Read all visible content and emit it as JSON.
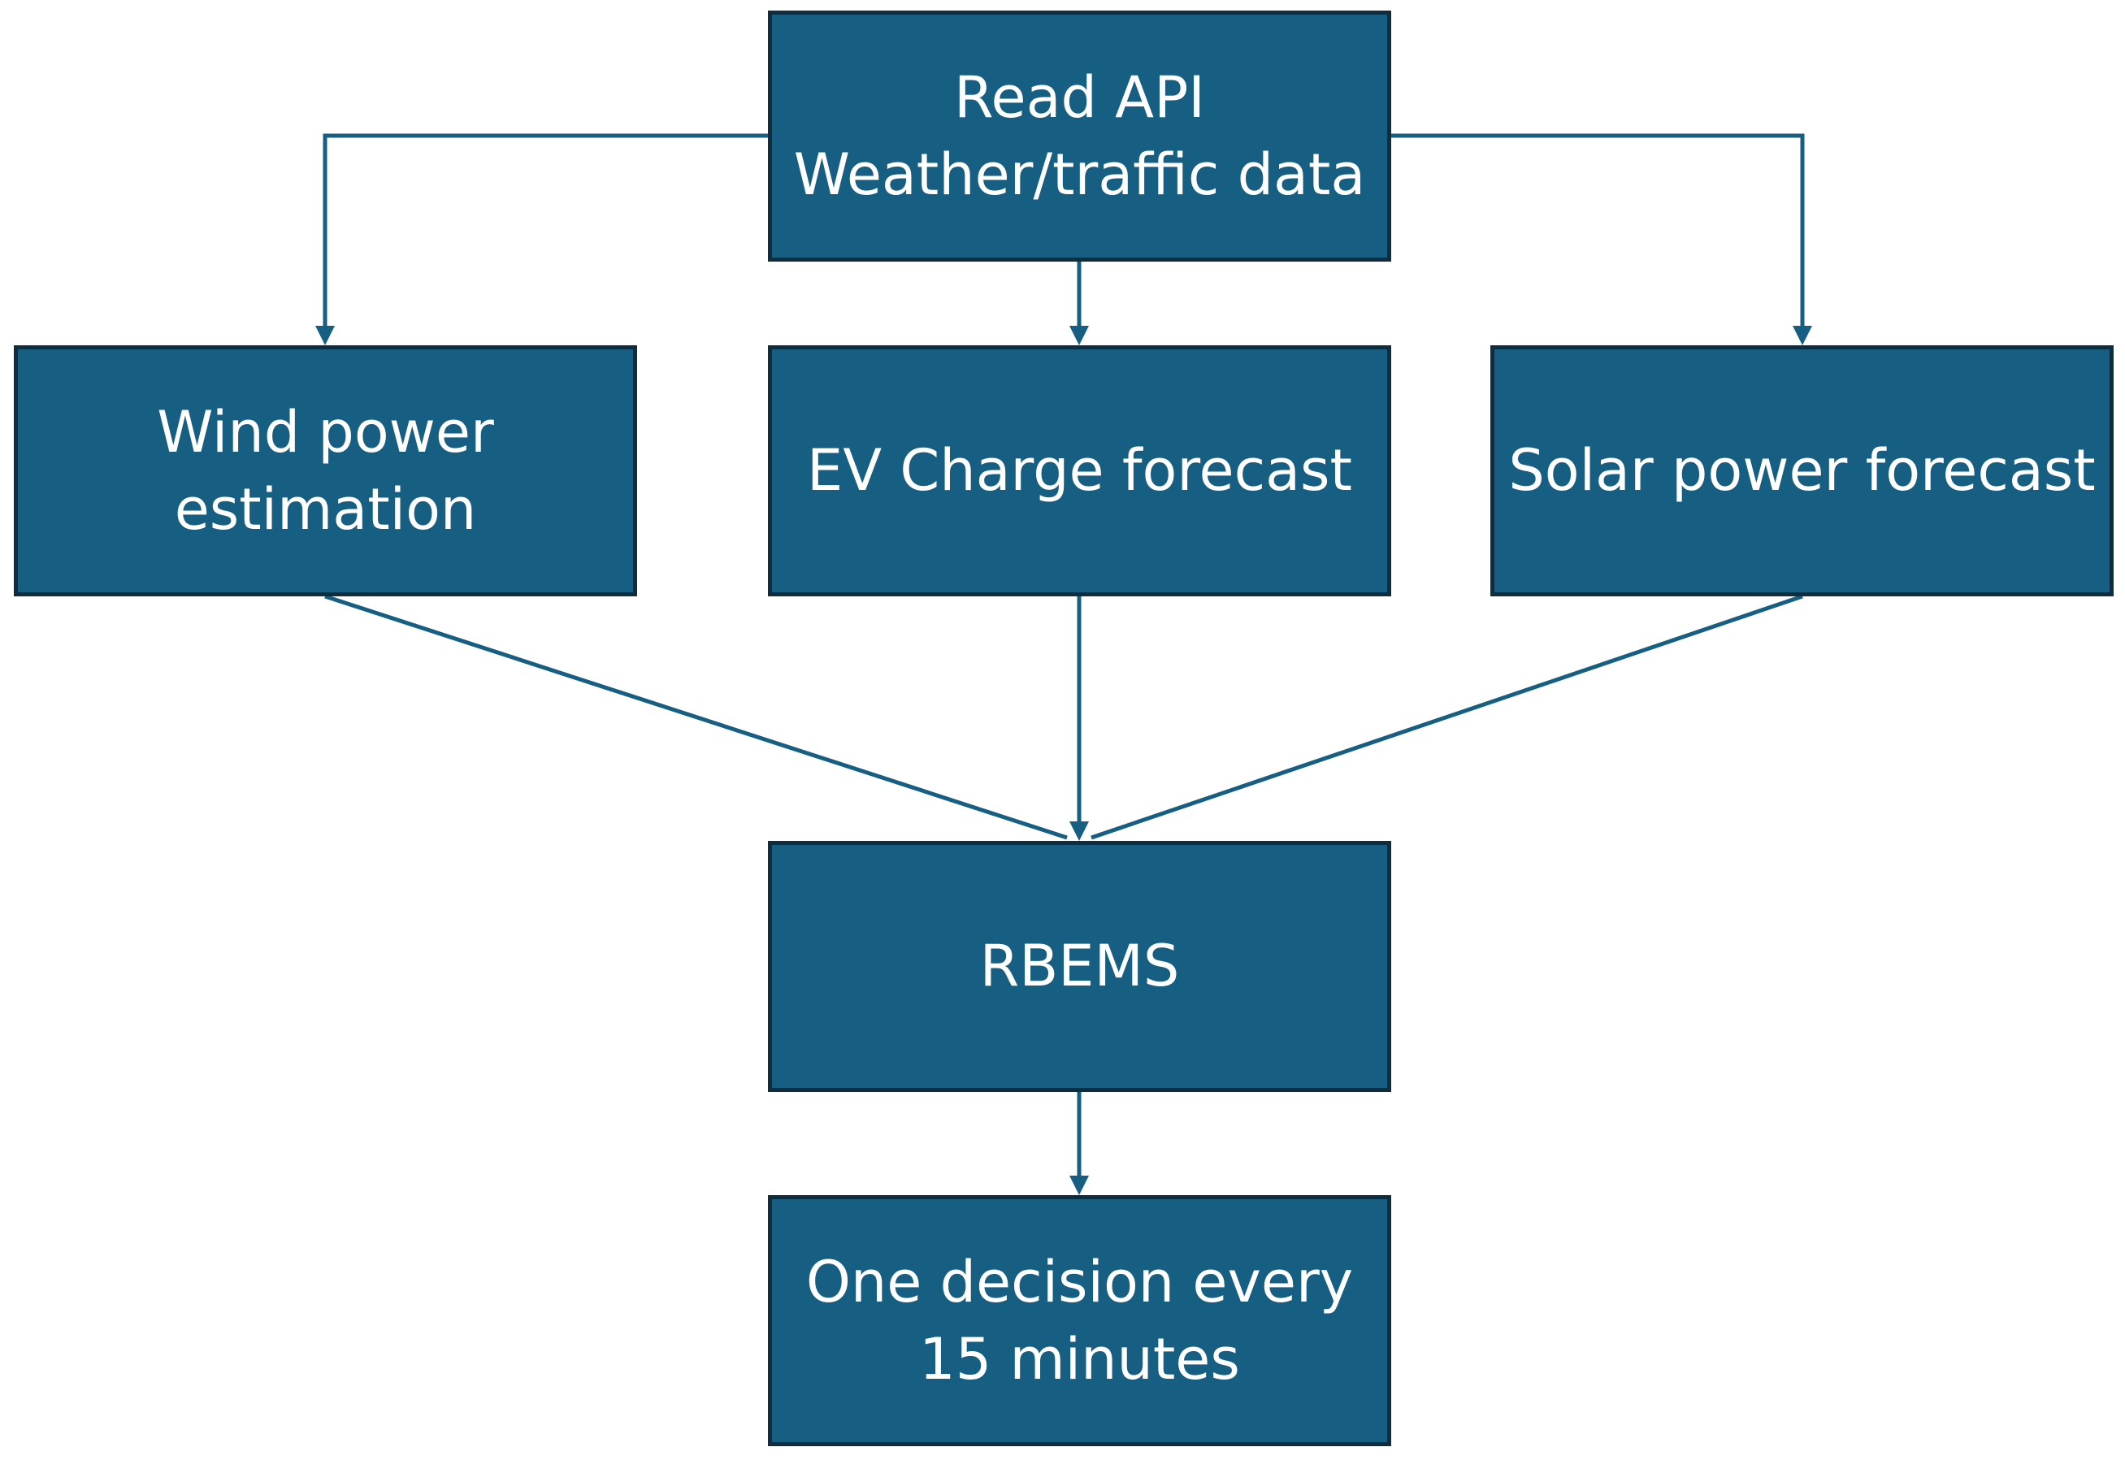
{
  "colors": {
    "box_fill": "#175f82",
    "box_border": "#0f2d3e",
    "text": "#ffffff",
    "connector": "#175f82"
  },
  "nodes": {
    "read_api": {
      "line1": "Read API",
      "line2": "Weather/traffic data"
    },
    "wind": {
      "line1": "Wind power",
      "line2": "estimation"
    },
    "ev": {
      "line1": "EV Charge forecast"
    },
    "solar": {
      "line1": "Solar power forecast"
    },
    "rbems": {
      "line1": "RBEMS"
    },
    "decision": {
      "line1": "One decision every",
      "line2": "15 minutes"
    }
  },
  "edges": [
    {
      "from": "read_api",
      "to": "wind"
    },
    {
      "from": "read_api",
      "to": "ev"
    },
    {
      "from": "read_api",
      "to": "solar"
    },
    {
      "from": "wind",
      "to": "rbems"
    },
    {
      "from": "ev",
      "to": "rbems"
    },
    {
      "from": "solar",
      "to": "rbems"
    },
    {
      "from": "rbems",
      "to": "decision"
    }
  ]
}
